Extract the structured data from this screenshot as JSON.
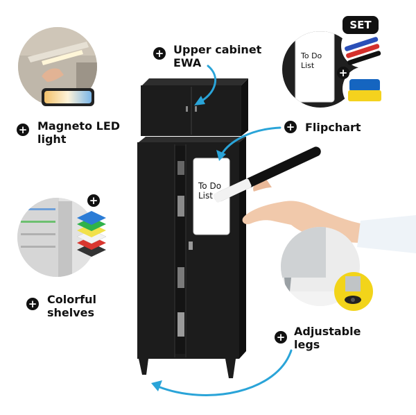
{
  "features": {
    "upper_cabinet": "Upper cabinet EWA",
    "upper_cabinet_line1": "Upper cabinet",
    "upper_cabinet_line2": "EWA",
    "led_line1": "Magneto LED",
    "led_line2": "light",
    "flipchart": "Flipchart",
    "shelves_line1": "Colorful",
    "shelves_line2": "shelves",
    "legs_line1": "Adjustable",
    "legs_line2": "legs"
  },
  "badges": {
    "set": "SET",
    "plus": "+"
  },
  "whiteboard": {
    "line1": "To Do",
    "line2": "List"
  },
  "colors": {
    "arrow": "#2aa4d8",
    "cabinet": "#1c1c1c",
    "label_text": "#111111",
    "shelf_colors": [
      "#2b7cd6",
      "#2fb24a",
      "#f2e14a",
      "#f3f3f3",
      "#d9362f",
      "#333333"
    ]
  }
}
